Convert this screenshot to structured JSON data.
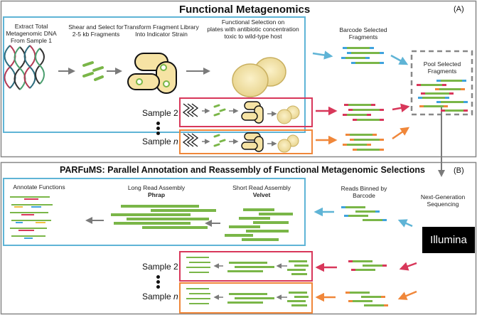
{
  "top": {
    "title": "Functional Metagenomics",
    "panel_tag": "(A)",
    "steps": [
      "Extract Total\nMetagenomic DNA\nFrom Sample 1",
      "Shear and Select for\n2-5 kb Fragments",
      "Transform Fragment Library\nInto Indicator Strain",
      "Functional Selection on\nplates with antibiotic  concentration\ntoxic to wild-type host"
    ],
    "barcode_label": "Barcode Selected\nFragments",
    "pool_label": "Pool Selected\nFragments",
    "sample2_label": "Sample 2",
    "samplen_prefix": "Sample ",
    "samplen_n": "n"
  },
  "bottom": {
    "title": "PARFuMS: Parallel Annotation and Reassembly of Functional Metagenomic Selections",
    "panel_tag": "(B)",
    "annotate_label": "Annotate Functions",
    "long_read_label": "Long Read Assembly",
    "long_read_tool": "Phrap",
    "short_read_label": "Short Read Assembly",
    "short_read_tool": "Velvet",
    "binned_label": "Reads Binned by\nBarcode",
    "ngs_label": "Next-Generation\nSequencing",
    "illumina": "Illumina",
    "sample2_label": "Sample 2",
    "samplen_prefix": "Sample ",
    "samplen_n": "n"
  },
  "colors": {
    "panel_blue": "#5fb4d6",
    "sample2_red": "#d8375a",
    "samplen_orange": "#f0873a",
    "fragment_green": "#7ab648",
    "barcode_blue": "#3fa3dd",
    "barcode_red": "#d8375a",
    "barcode_orange": "#f0873a",
    "cell_fill": "#f6e3a4",
    "arrow_gray": "#7a7a7a"
  }
}
